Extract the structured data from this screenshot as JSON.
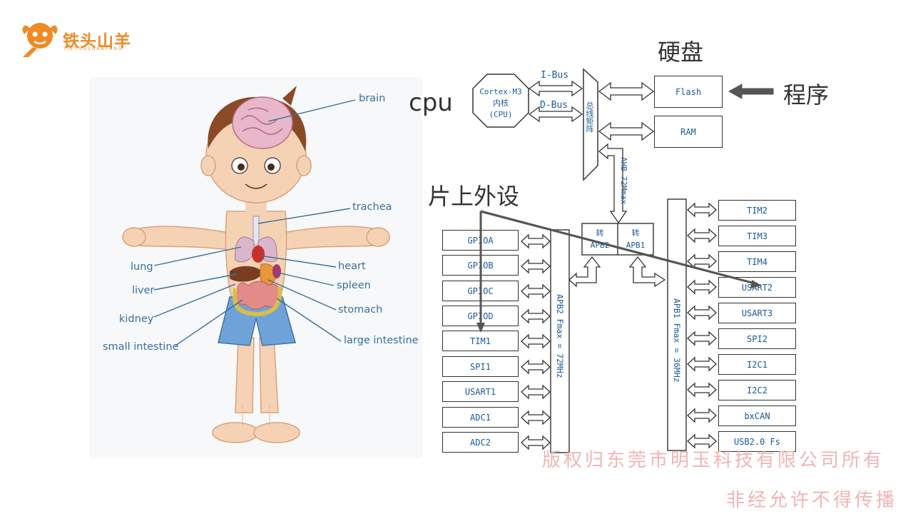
{
  "logo": {
    "name": "铁头山羊",
    "subtitle": "TIETOUSHANYANG"
  },
  "illustration": {
    "labels": {
      "brain": "brain",
      "trachea": "trachea",
      "lung": "lung",
      "heart": "heart",
      "liver": "liver",
      "spleen": "spleen",
      "kidney": "kidney",
      "stomach": "stomach",
      "small_intestine": "small intestine",
      "large_intestine": "large intestine"
    }
  },
  "annotations": {
    "cpu": "cpu",
    "disk": "硬盘",
    "program": "程序",
    "peripherals": "片上外设"
  },
  "diagram": {
    "core": {
      "line1": "Cortex-M3",
      "line2": "内核",
      "line3": "(CPU)"
    },
    "ibus": "I-Bus",
    "dbus": "D-Bus",
    "bus_matrix": "总线矩阵",
    "flash": "Flash",
    "ram": "RAM",
    "ahb": "AHB 72Mmax",
    "bridge2": {
      "top": "转",
      "bottom": "APB2"
    },
    "bridge1": {
      "top": "转",
      "bottom": "APB1"
    },
    "apb2_bus": "APB2 Fmax = 72MHz",
    "apb1_bus": "APB1 Fmax = 36MHz",
    "apb2_peripherals": [
      "GPIOA",
      "GPIOB",
      "GPIOC",
      "GPIOD",
      "TIM1",
      "SPI1",
      "USART1",
      "ADC1",
      "ADC2"
    ],
    "apb1_peripherals": [
      "TIM2",
      "TIM3",
      "TIM4",
      "USART2",
      "USART3",
      "SPI2",
      "I2C1",
      "I2C2",
      "bxCAN",
      "USB2.0 Fs"
    ]
  },
  "watermark": {
    "line1": "版权归东莞市明玉科技有限公司所有",
    "line2": "非经允许不得传播"
  },
  "colors": {
    "accent": "#f08a24",
    "diagram_text": "#1a5a9a",
    "label_text": "#3a6f9c",
    "watermark": "#f2b4b4"
  }
}
